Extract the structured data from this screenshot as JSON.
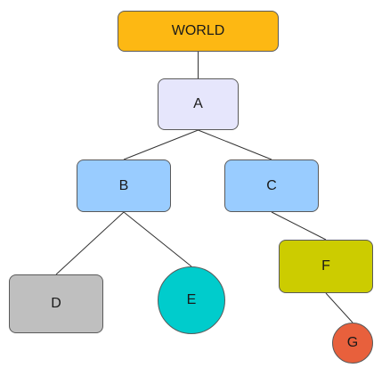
{
  "diagram": {
    "type": "tree",
    "nodes": [
      {
        "id": "world",
        "label": "WORLD",
        "color": "#FDB813",
        "shape": "rect"
      },
      {
        "id": "a",
        "label": "A",
        "color": "#E6E6FC",
        "shape": "rect"
      },
      {
        "id": "b",
        "label": "B",
        "color": "#99CCFF",
        "shape": "rect"
      },
      {
        "id": "c",
        "label": "C",
        "color": "#99CCFF",
        "shape": "rect"
      },
      {
        "id": "d",
        "label": "D",
        "color": "#BFBFBF",
        "shape": "rect"
      },
      {
        "id": "e",
        "label": "E",
        "color": "#00CCCC",
        "shape": "circle"
      },
      {
        "id": "f",
        "label": "F",
        "color": "#CCCC00",
        "shape": "rect"
      },
      {
        "id": "g",
        "label": "G",
        "color": "#E8603C",
        "shape": "circle"
      }
    ],
    "edges": [
      {
        "from": "world",
        "to": "a"
      },
      {
        "from": "a",
        "to": "b"
      },
      {
        "from": "a",
        "to": "c"
      },
      {
        "from": "b",
        "to": "d"
      },
      {
        "from": "b",
        "to": "e"
      },
      {
        "from": "c",
        "to": "f"
      },
      {
        "from": "f",
        "to": "g"
      }
    ],
    "edge_color": "#333333"
  }
}
